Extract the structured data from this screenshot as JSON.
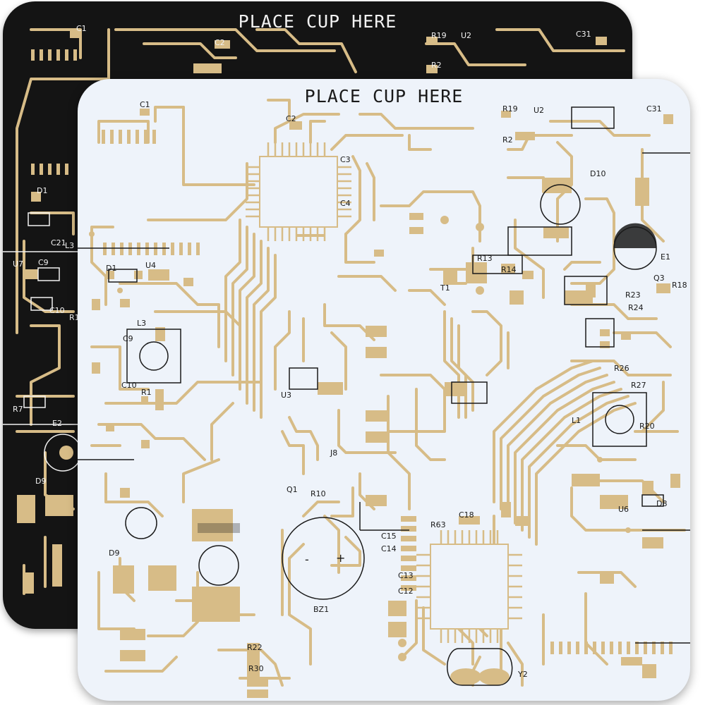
{
  "colors": {
    "copper": "#d7bc87",
    "black_board": "#141414",
    "white_board": "#eef3fa",
    "silk_dark": "#1a1a1a",
    "silk_light": "#f2f2f2"
  },
  "black_coaster": {
    "title": "PLACE CUP HERE",
    "labels": [
      "C1",
      "C2",
      "R19",
      "U2",
      "C31",
      "R2",
      "D1",
      "U7",
      "C9",
      "C21",
      "L3",
      "C10",
      "R1",
      "R7",
      "E2",
      "D9"
    ]
  },
  "white_coaster": {
    "title": "PLACE CUP HERE",
    "labels": [
      "C1",
      "C2",
      "R19",
      "U2",
      "C31",
      "R2",
      "D10",
      "D1",
      "U4",
      "E1",
      "R13",
      "R14",
      "Q3",
      "R18",
      "R23",
      "R24",
      "L3",
      "C9",
      "C10",
      "R1",
      "U3",
      "J8",
      "L1",
      "Q1",
      "R10",
      "C18",
      "R63",
      "C15",
      "C14",
      "C13",
      "C12",
      "D9",
      "BZ1",
      "R30",
      "R22",
      "D8",
      "Y2",
      "R27",
      "R26",
      "U6",
      "C3",
      "C4",
      "T1",
      "R20"
    ],
    "buzzer_minus": "-",
    "buzzer_plus": "+"
  }
}
